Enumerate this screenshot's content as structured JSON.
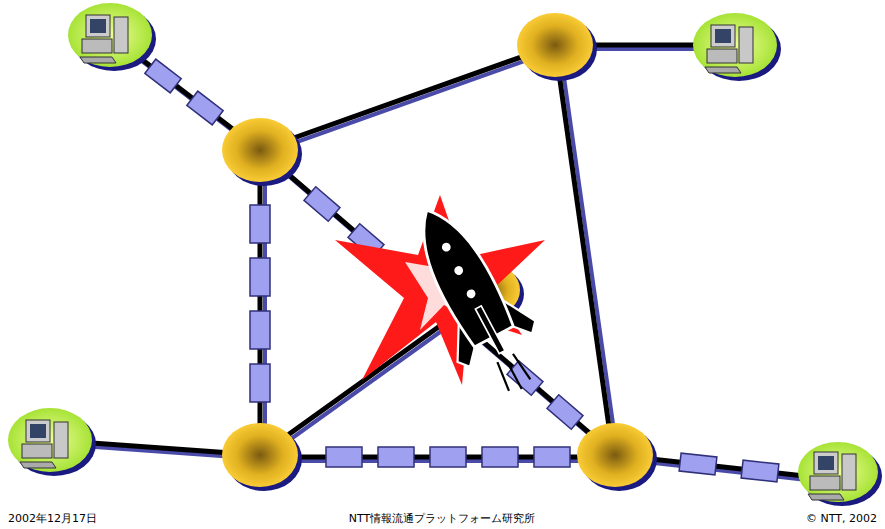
{
  "diagram": {
    "labels": [
      "2002年12月17日",
      "NTT情報流通プラットフォーム研究所",
      "© NTT, 2002"
    ]
  }
}
